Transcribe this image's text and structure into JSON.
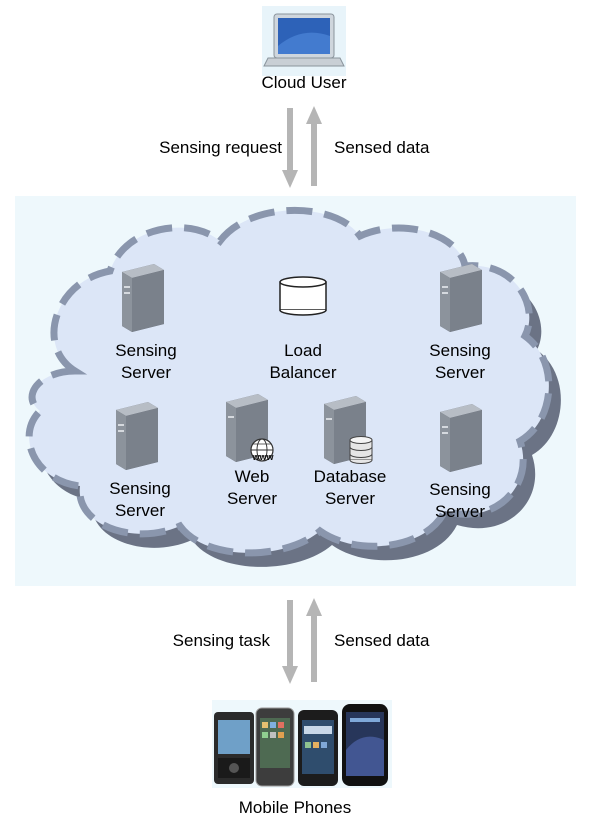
{
  "top": {
    "title": "Cloud User",
    "left_arrow_label": "Sensing request",
    "right_arrow_label": "Sensed data"
  },
  "cloud": {
    "nodes": {
      "sensing_server_top_left": {
        "line1": "Sensing",
        "line2": "Server"
      },
      "load_balancer": {
        "line1": "Load",
        "line2": "Balancer"
      },
      "sensing_server_top_right": {
        "line1": "Sensing",
        "line2": "Server"
      },
      "sensing_server_bottom_left": {
        "line1": "Sensing",
        "line2": "Server"
      },
      "web_server": {
        "line1": "Web",
        "line2": "Server",
        "badge": "www"
      },
      "database_server": {
        "line1": "Database",
        "line2": "Server"
      },
      "sensing_server_bottom_right": {
        "line1": "Sensing",
        "line2": "Server"
      }
    }
  },
  "bottom": {
    "left_arrow_label": "Sensing task",
    "right_arrow_label": "Sensed data",
    "title": "Mobile Phones"
  },
  "colors": {
    "cloud_fill": "#dce6f7",
    "cloud_border": "#8a96ad",
    "cloud_shadow": "#6b7385",
    "panel_bg": "#eef8fc",
    "arrow": "#b5b5b5"
  }
}
